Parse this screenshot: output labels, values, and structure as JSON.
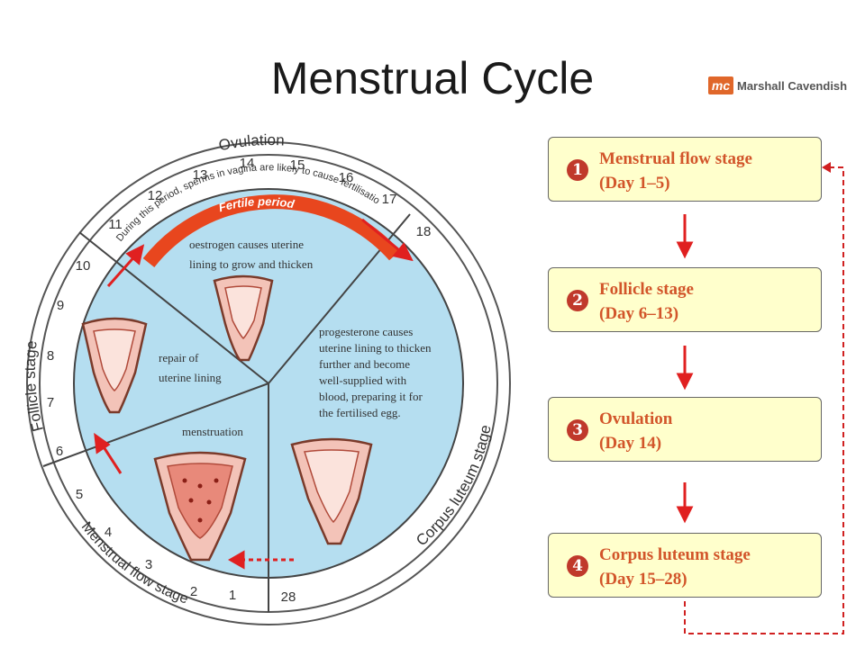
{
  "title": "Menstrual Cycle",
  "publisher": {
    "mark": "mc",
    "name": "Marshall Cavendish"
  },
  "ring": {
    "ovulation_label": "Ovulation",
    "follicle_label": "Follicle stage",
    "corpus_label": "Corpus luteum stage",
    "menstrual_label": "Menstrual flow stage",
    "fertile_note": "During this period, sperms in vagina are likely to cause fertilisation",
    "fertile_label": "Fertile period",
    "days": [
      "1",
      "2",
      "3",
      "4",
      "5",
      "6",
      "7",
      "8",
      "9",
      "10",
      "11",
      "12",
      "13",
      "14",
      "15",
      "16",
      "17",
      "18",
      "28"
    ]
  },
  "annotations": {
    "oestrogen_1": "oestrogen causes uterine",
    "oestrogen_2": "lining to grow and thicken",
    "repair_1": "repair of",
    "repair_2": "uterine lining",
    "menstruation": "menstruation",
    "progesterone_1": "progesterone causes",
    "progesterone_2": "uterine lining to thicken",
    "progesterone_3": "further and become",
    "progesterone_4": "well-supplied with",
    "progesterone_5": "blood, preparing it for",
    "progesterone_6": "the fertilised egg."
  },
  "stages": [
    {
      "num": "1",
      "name": "Menstrual flow stage",
      "days": "(Day 1–5)"
    },
    {
      "num": "2",
      "name": "Follicle stage",
      "days": "(Day 6–13)"
    },
    {
      "num": "3",
      "name": "Ovulation",
      "days": "(Day 14)"
    },
    {
      "num": "4",
      "name": "Corpus luteum stage",
      "days": "(Day 15–28)"
    }
  ],
  "colors": {
    "inner_fill": "#b5def0",
    "fertile_band": "#e8461e",
    "box_fill": "#ffffcc",
    "accent_text": "#d2552a",
    "arrow": "#e02020"
  }
}
